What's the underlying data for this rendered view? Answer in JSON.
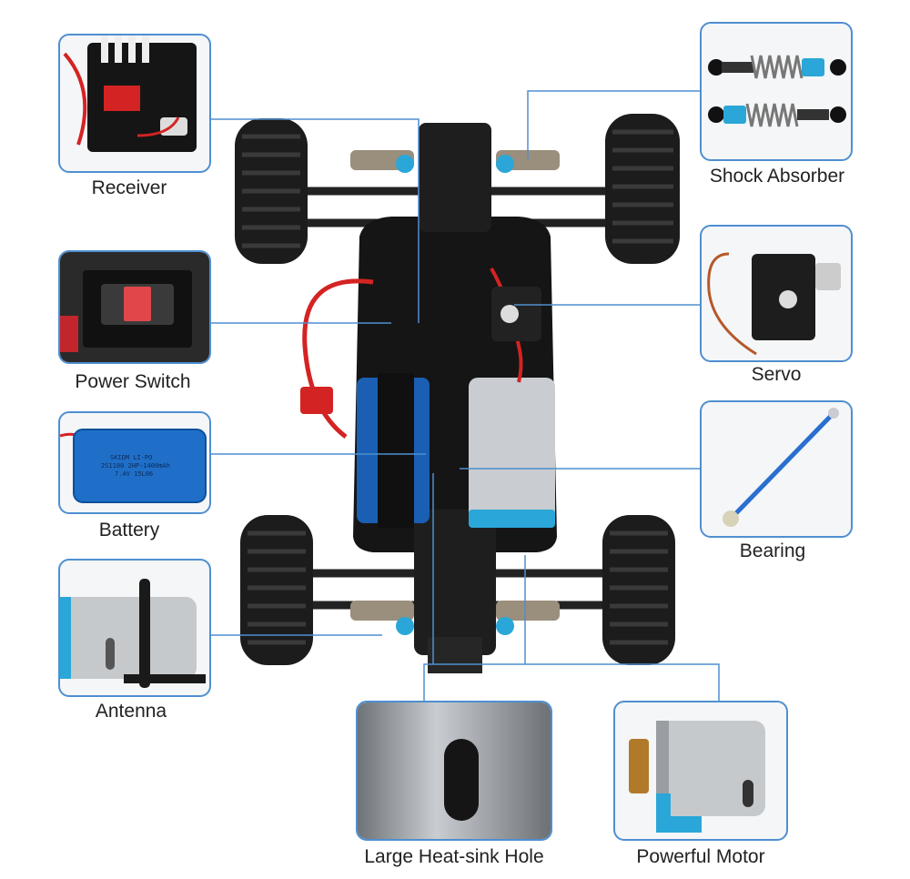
{
  "labels": {
    "receiver": "Receiver",
    "power_switch": "Power Switch",
    "battery": "Battery",
    "antenna": "Antenna",
    "shock_absorber": "Shock Absorber",
    "servo": "Servo",
    "bearing": "Bearing",
    "heat_sink_hole": "Large Heat-sink Hole",
    "powerful_motor": "Powerful Motor"
  },
  "battery_print": [
    "SKIDM LI-PO",
    "2S1100 2HP-1400mAh",
    "7.4V 15L06"
  ],
  "colors": {
    "frame": "#4f8fd0",
    "accent_blue": "#2aa7d8",
    "wire_red": "#d42323"
  }
}
